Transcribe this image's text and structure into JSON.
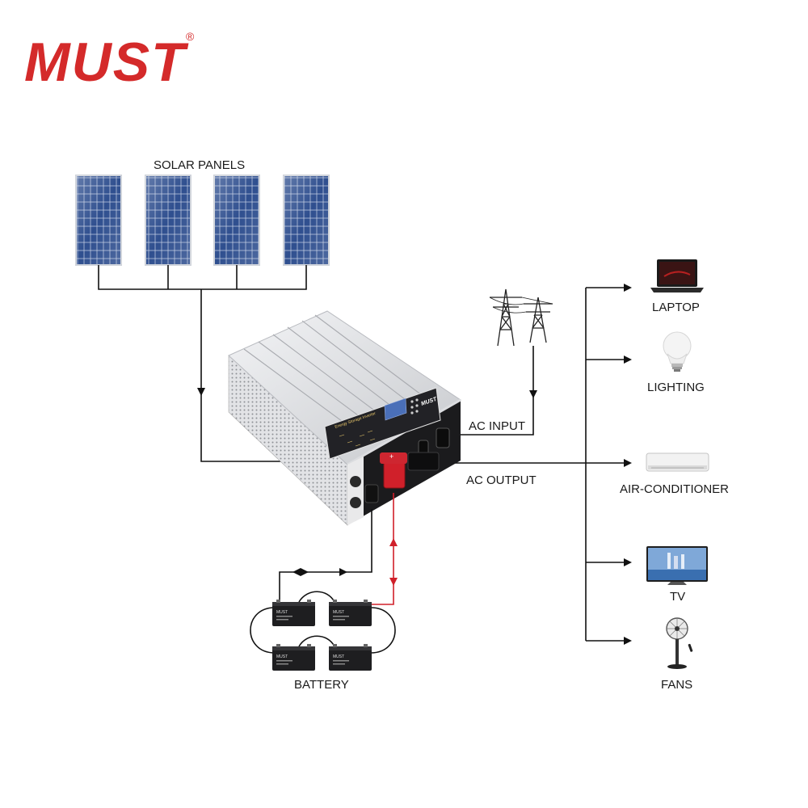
{
  "brand": {
    "logo_text": "MUST",
    "registered_mark": "®",
    "color": "#d42a2a"
  },
  "labels": {
    "solar_panels": "SOLAR PANELS",
    "ac_input": "AC INPUT",
    "ac_output": "AC OUTPUT",
    "battery": "BATTERY"
  },
  "loads": [
    {
      "label": "LAPTOP",
      "icon": "laptop-icon"
    },
    {
      "label": "LIGHTING",
      "icon": "light-bulb-icon"
    },
    {
      "label": "AIR-CONDITIONER",
      "icon": "air-conditioner-icon"
    },
    {
      "label": "TV",
      "icon": "tv-icon"
    },
    {
      "label": "FANS",
      "icon": "fan-icon"
    }
  ],
  "inverter": {
    "panel_title": "Energy Storage Inverter",
    "logo_text": "MUST"
  },
  "battery_logo_text": "MUST",
  "colors": {
    "wire": "#111111",
    "battery_positive": "#d0202a",
    "panel_blue": "#2d4a86",
    "inverter_body": "#dcdde0",
    "inverter_front": "#1b1b1d"
  }
}
